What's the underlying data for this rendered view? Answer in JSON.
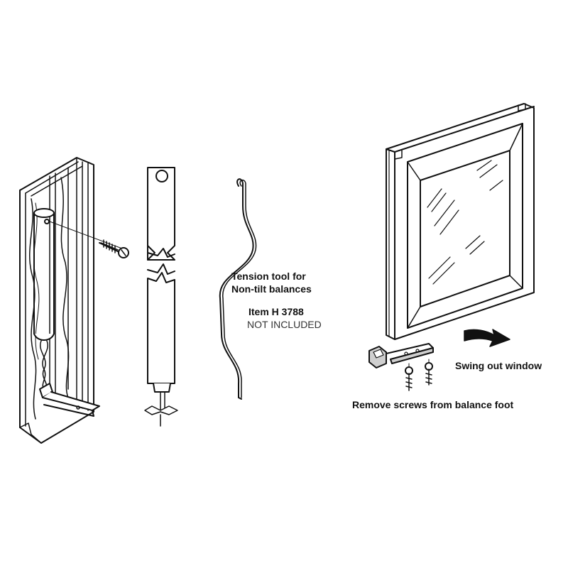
{
  "labels": {
    "tension_tool_line1": "Tension tool for",
    "tension_tool_line2": "Non-tilt balances",
    "item_number": "Item H 3788",
    "not_included": "NOT INCLUDED",
    "swing_out": "Swing out window",
    "remove_screws": "Remove screws from balance foot"
  },
  "colors": {
    "ink": "#111111",
    "fill": "#ffffff",
    "metal": "#cfcfcf"
  }
}
